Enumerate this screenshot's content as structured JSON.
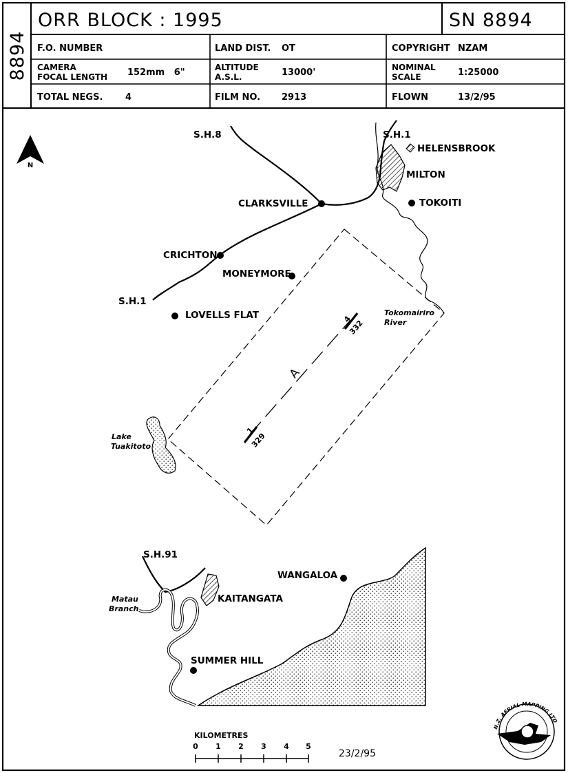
{
  "sheet": {
    "side_number": "8894",
    "block_title": "ORR BLOCK : 1995",
    "sn_label": "SN 8894",
    "rows": [
      {
        "c1_label": "F.O. NUMBER",
        "c1_label2": "",
        "c1_value": "",
        "c2_label": "LAND DIST.",
        "c2_label2": "",
        "c2_value": "OT",
        "c3_label": "COPYRIGHT",
        "c3_label2": "",
        "c3_value": "NZAM"
      },
      {
        "c1_label": "CAMERA",
        "c1_label2": "FOCAL LENGTH",
        "c1_value": "152mm   6\"",
        "c2_label": "ALTITUDE",
        "c2_label2": "A.S.L.",
        "c2_value": "13000'",
        "c3_label": "NOMINAL",
        "c3_label2": "SCALE",
        "c3_value": "1:25000"
      },
      {
        "c1_label": "TOTAL NEGS.",
        "c1_label2": "",
        "c1_value": "4",
        "c2_label": "FILM NO.",
        "c2_label2": "",
        "c2_value": "2913",
        "c3_label": "FLOWN",
        "c3_label2": "",
        "c3_value": "13/2/95"
      }
    ]
  },
  "map": {
    "north_label": "N",
    "places": {
      "sh8": "S.H.8",
      "sh1_north": "S.H.1",
      "sh1_west": "S.H.1",
      "sh91": "S.H.91",
      "helensbrook": "HELENSBROOK",
      "milton": "MILTON",
      "tokoiti": "TOKOITI",
      "clarksville": "CLARKSVILLE",
      "crichton": "CRICHTON",
      "moneymore": "MONEYMORE",
      "lovells_flat": "LOVELLS FLAT",
      "wangaloa": "WANGALOA",
      "kaitangata": "KAITANGATA",
      "summer_hill": "SUMMER HILL"
    },
    "water": {
      "tokomairiro_1": "Tokomairiro",
      "tokomairiro_2": "River",
      "lake_1": "Lake",
      "lake_2": "Tuakitoto",
      "matau_1": "Matau",
      "matau_2": "Branch"
    },
    "flight_line": {
      "label": "A",
      "start_frame": "1",
      "start_neg": "329",
      "end_frame": "4",
      "end_neg": "332"
    },
    "scale_bar": {
      "title": "KILOMETRES",
      "ticks": [
        "0",
        "1",
        "2",
        "3",
        "4",
        "5"
      ]
    },
    "date_stamp": "23/2/95"
  },
  "logo": {
    "text": "N.Z. AERIAL MAPPING LTD"
  },
  "colors": {
    "ink": "#000000",
    "paper": "#ffffff"
  }
}
